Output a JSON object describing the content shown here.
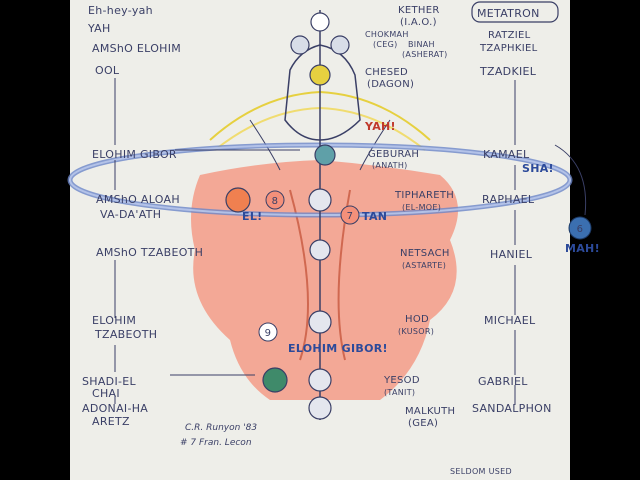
{
  "left_labels": [
    {
      "id": "eh-hey-yah",
      "text": "Eh-hey-yah"
    },
    {
      "id": "yah",
      "text": "YAH"
    },
    {
      "id": "amsho-elohim",
      "text": "AMShO ELOHIM"
    },
    {
      "id": "ool",
      "text": "OOL"
    },
    {
      "id": "elohim-gibor",
      "text": "ELOHIM GIBOR"
    },
    {
      "id": "amsho-aloah",
      "text": "AMShO ALOAH"
    },
    {
      "id": "va-daath",
      "text": "VA-DA'ATH"
    },
    {
      "id": "amsho-tzabeoth",
      "text": "AMShO TZABEOTH"
    },
    {
      "id": "elohim",
      "text": "ELOHIM"
    },
    {
      "id": "tzabeoth",
      "text": "TZABEOTH"
    },
    {
      "id": "shadi-el",
      "text": "SHADI-EL"
    },
    {
      "id": "chai",
      "text": "CHAI"
    },
    {
      "id": "adonai-ha",
      "text": "ADONAI-HA"
    },
    {
      "id": "aretz",
      "text": "ARETZ"
    }
  ],
  "center_labels": [
    {
      "id": "kether",
      "text": "KETHER"
    },
    {
      "id": "iao",
      "text": "(I.A.O.)"
    },
    {
      "id": "chokmah",
      "text": "CHOKMAH"
    },
    {
      "id": "ceg",
      "text": "(CEG)"
    },
    {
      "id": "binah",
      "text": "BINAH"
    },
    {
      "id": "asherat",
      "text": "(ASHERAT)"
    },
    {
      "id": "chesed",
      "text": "CHESED"
    },
    {
      "id": "dagon",
      "text": "(DAGON)"
    },
    {
      "id": "geburah",
      "text": "GEBURAH"
    },
    {
      "id": "anath",
      "text": "(ANATH)"
    },
    {
      "id": "tiphareth",
      "text": "TIPHARETH"
    },
    {
      "id": "el-moe",
      "text": "(EL-MOE)"
    },
    {
      "id": "netsach",
      "text": "NETSACH"
    },
    {
      "id": "astarte",
      "text": "(ASTARTE)"
    },
    {
      "id": "hod",
      "text": "HOD"
    },
    {
      "id": "kusor",
      "text": "(KUSOR)"
    },
    {
      "id": "yesod",
      "text": "YESOD"
    },
    {
      "id": "tanit",
      "text": "(TANIT)"
    },
    {
      "id": "malkuth",
      "text": "MALKUTH"
    },
    {
      "id": "gea",
      "text": "(GEA)"
    }
  ],
  "right_labels": [
    {
      "id": "metatron",
      "text": "METATRON"
    },
    {
      "id": "ratziel",
      "text": "RATZIEL"
    },
    {
      "id": "tzaphkiel",
      "text": "TZAPHKIEL"
    },
    {
      "id": "tzadkiel",
      "text": "TZADKIEL"
    },
    {
      "id": "kamael",
      "text": "KAMAEL"
    },
    {
      "id": "raphael",
      "text": "RAPHAEL"
    },
    {
      "id": "haniel",
      "text": "HANIEL"
    },
    {
      "id": "michael",
      "text": "MICHAEL"
    },
    {
      "id": "gabriel",
      "text": "GABRIEL"
    },
    {
      "id": "sandalphon",
      "text": "SANDALPHON"
    }
  ],
  "overlay_labels": [
    {
      "id": "yah-red",
      "text": "YAH!"
    },
    {
      "id": "sha",
      "text": "SHA!"
    },
    {
      "id": "el",
      "text": "EL!"
    },
    {
      "id": "tan",
      "text": "TAN"
    },
    {
      "id": "mah",
      "text": "MAH!"
    },
    {
      "id": "elohim-gibor-blue",
      "text": "ELOHIM GIBOR!"
    }
  ],
  "circle_numbers": {
    "seven": "7",
    "eight": "8",
    "six": "6",
    "nine": "9"
  },
  "signature": {
    "line1": "C.R. Runyon '83",
    "line2": "# 7 Fran. Lecon"
  },
  "footnote": "SELDOM USED",
  "colors": {
    "paper": "#eeeee9",
    "ink": "#3a3f66",
    "orbit": "#6c86c8",
    "skin": "#f4907a",
    "node": "#6a7a9c",
    "gold": "#e6d040"
  }
}
